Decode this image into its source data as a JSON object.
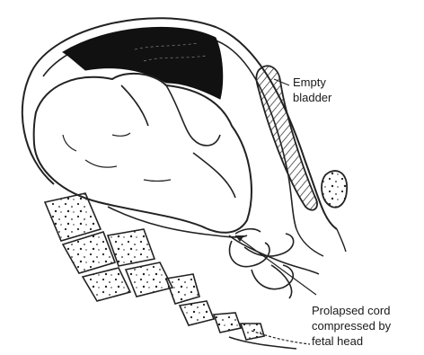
{
  "labels": {
    "empty_bladder_line1": "Empty",
    "empty_bladder_line2": "bladder",
    "prolapsed_line1": "Prolapsed cord",
    "prolapsed_line2": "compressed by",
    "prolapsed_line3": "fetal head"
  }
}
